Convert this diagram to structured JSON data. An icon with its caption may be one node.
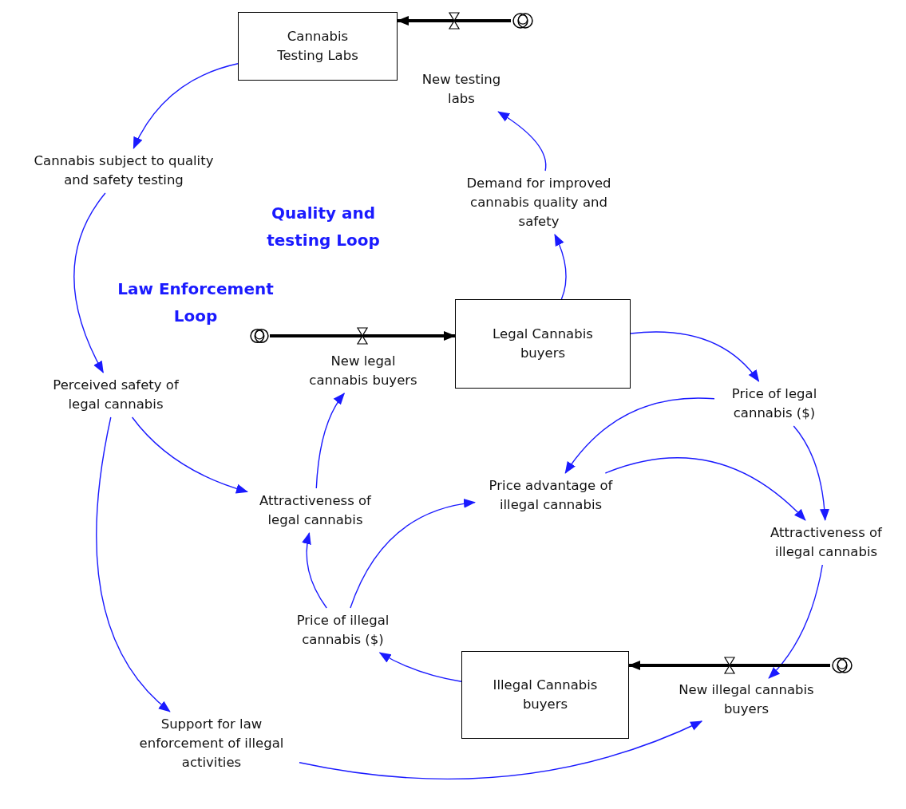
{
  "diagram": {
    "nodes": [
      {
        "text": [
          "Cannabis Testing Labs"
        ]
      },
      {
        "text": [
          "New testing labs"
        ]
      },
      {
        "text": [],
        "shape": "cloud"
      },
      {
        "text": [
          "Cannabis subject to quality and safety testing"
        ]
      },
      {
        "text": [
          "Demand for improved cannabis quality and safety"
        ]
      },
      {
        "text": [
          "Legal Cannabis buyers"
        ]
      },
      {
        "text": [
          "New legal cannabis buyers"
        ]
      },
      {
        "text": [],
        "shape": "cloud"
      },
      {
        "text": [
          "Perceived safety of legal cannabis"
        ]
      },
      {
        "text": [
          "Price of legal cannabis ($)"
        ]
      },
      {
        "text": [
          "Attractiveness of legal cannabis"
        ]
      },
      {
        "text": [
          "Price advantage of illegal cannabis"
        ]
      },
      {
        "text": [
          "Attractiveness of illegal cannabis"
        ]
      },
      {
        "text": [
          "Price of illegal cannabis ($)"
        ]
      },
      {
        "text": [
          "Illegal Cannabis buyers"
        ]
      },
      {
        "text": [
          "New illegal cannabis buyers"
        ]
      },
      {
        "text": [],
        "shape": "cloud"
      },
      {
        "text": [
          "Support for law enforcement of illegal activities"
        ]
      }
    ],
    "edges": [
      {
        "from": 0,
        "to": 3,
        "arrow": "to"
      },
      {
        "from": 3,
        "to": 8,
        "arrow": "to"
      },
      {
        "from": 4,
        "to": 1,
        "arrow": "to"
      },
      {
        "from": 5,
        "to": 4,
        "arrow": "to"
      },
      {
        "from": 5,
        "to": 9,
        "arrow": "to"
      },
      {
        "from": 8,
        "to": 10,
        "arrow": "to"
      },
      {
        "from": 8,
        "to": 17,
        "arrow": "to"
      },
      {
        "from": 10,
        "to": 6,
        "arrow": "to"
      },
      {
        "from": 9,
        "to": 11,
        "arrow": "to"
      },
      {
        "from": 11,
        "to": 12,
        "arrow": "to"
      },
      {
        "from": 9,
        "to": 12,
        "arrow": "to"
      },
      {
        "from": 13,
        "to": 10,
        "arrow": "to"
      },
      {
        "from": 13,
        "to": 11,
        "arrow": "to"
      },
      {
        "from": 14,
        "to": 13,
        "arrow": "to"
      },
      {
        "from": 12,
        "to": 15,
        "arrow": "to"
      },
      {
        "from": 17,
        "to": 15,
        "arrow": "to"
      },
      {
        "from": 2,
        "to": 0,
        "arrow": "to",
        "style": "thick",
        "color": "#000000"
      },
      {
        "from": 7,
        "to": 5,
        "arrow": "to",
        "style": "thick",
        "color": "#000000"
      },
      {
        "from": 16,
        "to": 14,
        "arrow": "to",
        "style": "thick",
        "color": "#000000"
      }
    ],
    "labels": [
      "Quality and testing Loop",
      "Law Enforcement Loop"
    ]
  }
}
